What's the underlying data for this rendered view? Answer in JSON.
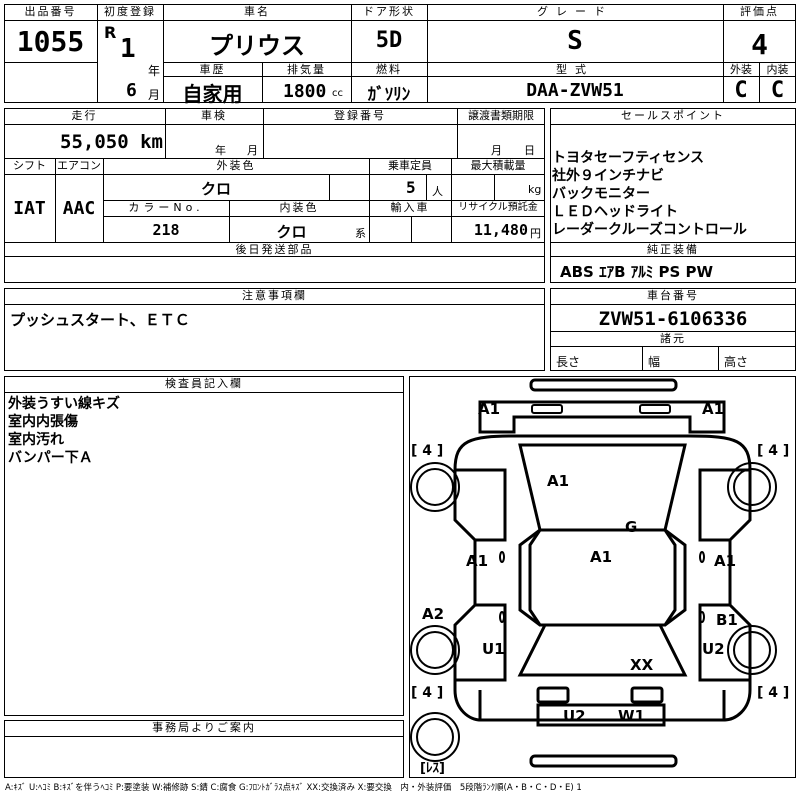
{
  "lot": {
    "label": "出品番号",
    "value": "1055"
  },
  "first_reg": {
    "label": "初度登録",
    "era": "R",
    "year": "1",
    "year_unit": "年",
    "month": "6",
    "month_unit": "月"
  },
  "car_name": {
    "label": "車名",
    "value": "プリウス"
  },
  "door": {
    "label": "ドア形状",
    "value": "5D"
  },
  "grade": {
    "label": "グレード",
    "value": "S"
  },
  "score": {
    "label": "評価点",
    "value": "4",
    "exterior_label": "外装",
    "interior_label": "内装",
    "exterior": "C",
    "interior": "C"
  },
  "history": {
    "label": "車歴",
    "value": "自家用"
  },
  "displacement": {
    "label": "排気量",
    "value": "1800",
    "unit": "cc"
  },
  "fuel": {
    "label": "燃料",
    "value": "ｶﾞｿﾘﾝ"
  },
  "model": {
    "label": "型式",
    "value": "DAA-ZVW51"
  },
  "mileage": {
    "label": "走行",
    "value": "55,050 km"
  },
  "inspection": {
    "label": "車検",
    "year_unit": "年",
    "month_unit": "月"
  },
  "registration": {
    "label": "登録番号"
  },
  "transfer": {
    "label": "譲渡書類期限",
    "month_unit": "月",
    "day_unit": "日"
  },
  "sales_points": {
    "label": "セールスポイント",
    "items": [
      "トヨタセーフティセンス",
      "社外９インチナビ",
      "バックモニター",
      "ＬＥＤヘッドライト",
      "レーダークルーズコントロール"
    ]
  },
  "shift": {
    "label": "シフト",
    "value": "IAT"
  },
  "aircon": {
    "label": "エアコン",
    "value": "AAC"
  },
  "ext_color": {
    "label": "外装色",
    "value": "クロ"
  },
  "capacity": {
    "label": "乗車定員",
    "value": "5",
    "unit": "人"
  },
  "max_load": {
    "label": "最大積載量",
    "unit": "kg"
  },
  "color_no": {
    "label": "カラーNo.",
    "value": "218"
  },
  "int_color": {
    "label": "内装色",
    "value": "クロ",
    "unit": "系"
  },
  "import": {
    "label": "輸入車"
  },
  "recycle": {
    "label": "リサイクル預託金",
    "value": "11,480",
    "unit": "円"
  },
  "later_parts": {
    "label": "後日発送部品"
  },
  "equipment": {
    "label": "純正装備",
    "value": "ABS ｴｱB ｱﾙﾐ PS PW"
  },
  "notes": {
    "label": "注意事項欄",
    "value": "プッシュスタート、ＥＴＣ"
  },
  "chassis": {
    "label": "車台番号",
    "value": "ZVW51-6106336"
  },
  "specs": {
    "label": "諸元",
    "length": "長さ",
    "width": "幅",
    "height": "高さ"
  },
  "inspector": {
    "label": "検査員記入欄",
    "lines": [
      "外装うすい線キズ",
      "室内内張傷",
      "室内汚れ",
      "バンパー下Ａ"
    ]
  },
  "office": {
    "label": "事務局よりご案内"
  },
  "diagram": {
    "marks": [
      "A1",
      "A1",
      "A1",
      "G",
      "A1",
      "A1",
      "A1",
      "A2",
      "B1",
      "U1",
      "U2",
      "XX",
      "U2",
      "W1"
    ],
    "tire_marks": [
      "[ 4 ]",
      "[ 4 ]",
      "[ 4 ]",
      "[ 4 ]"
    ],
    "spare": "[ﾚｽ]"
  },
  "legend": "A:ｷｽﾞ U:ﾍｺﾐ B:ｷｽﾞを伴うﾍｺﾐ P:要塗装 W:補修跡 S:錆 C:腐食 G:ﾌﾛﾝﾄｶﾞﾗｽ点ｷｽﾞ XX:交換済み X:要交換　内・外装評価　5段階ﾗﾝｸ順(A・B・C・D・E) 1"
}
